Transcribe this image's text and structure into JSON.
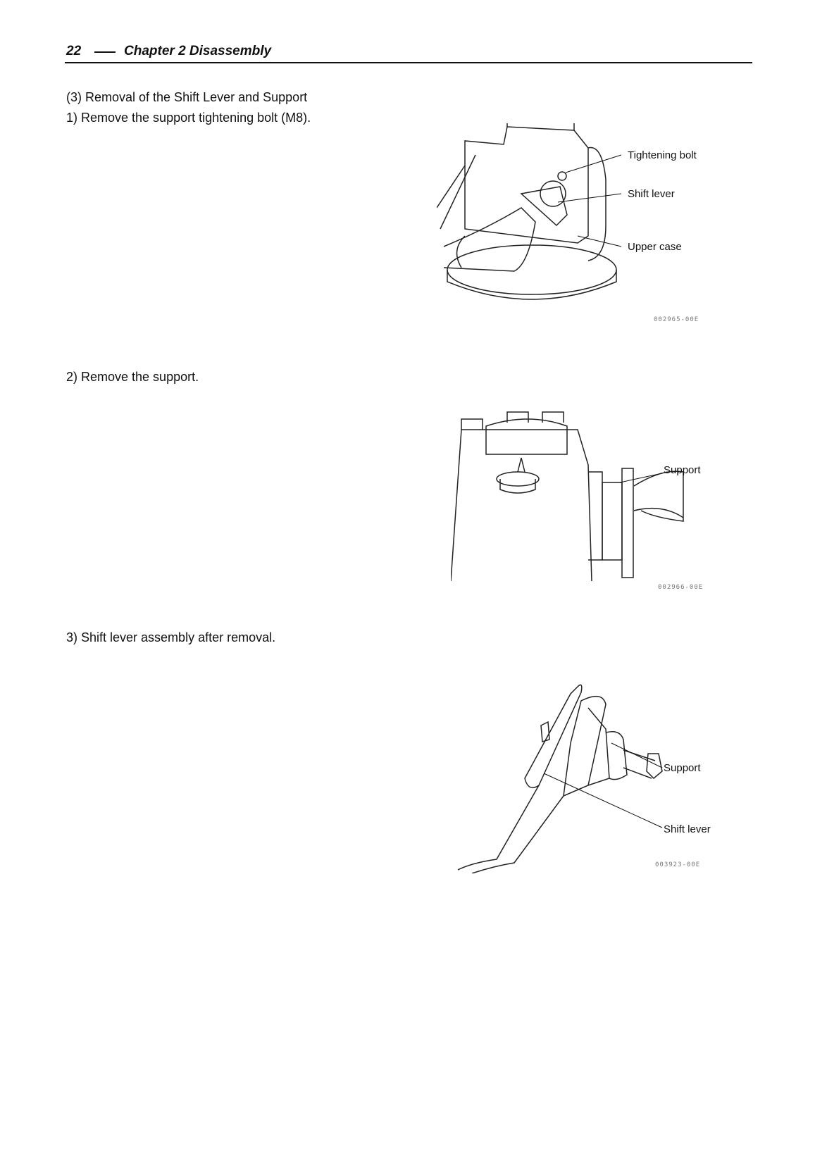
{
  "header": {
    "page_number": "22",
    "chapter": "Chapter 2  Disassembly"
  },
  "section": {
    "title": "(3)  Removal of the Shift Lever and Support",
    "steps": [
      "1)  Remove the support tightening bolt (M8).",
      "2)  Remove the support.",
      "3)  Shift lever assembly after removal."
    ]
  },
  "figures": [
    {
      "callouts": [
        "Tightening bolt",
        "Shift lever",
        "Upper case"
      ],
      "code": "002965-00E"
    },
    {
      "callouts": [
        "Support"
      ],
      "code": "002966-00E"
    },
    {
      "callouts": [
        "Support",
        "Shift lever"
      ],
      "code": "003923-00E"
    }
  ]
}
